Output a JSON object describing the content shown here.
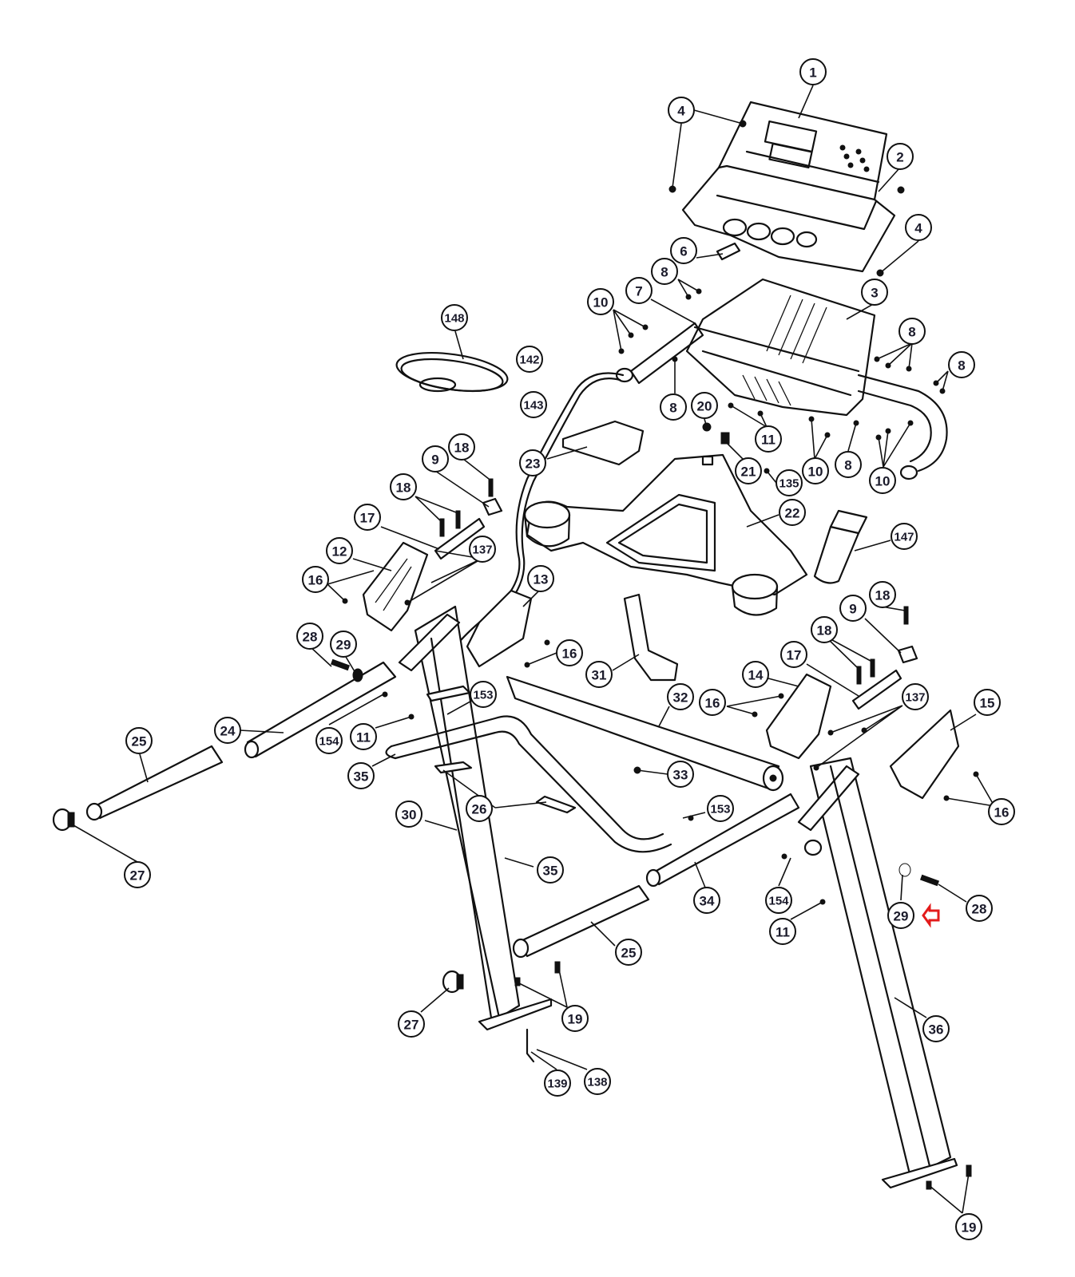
{
  "diagram": {
    "type": "exploded-parts-diagram",
    "subject": "upper console, handlebars and upright frame assembly",
    "callouts": [
      {
        "id": "c1",
        "label": "1",
        "part": "console overlay"
      },
      {
        "id": "c2",
        "label": "2",
        "part": "console front cover"
      },
      {
        "id": "c4a",
        "label": "4",
        "part": "screw"
      },
      {
        "id": "c4b",
        "label": "4",
        "part": "screw"
      },
      {
        "id": "c6",
        "label": "6",
        "part": "clip"
      },
      {
        "id": "c8a",
        "label": "8",
        "part": "screw"
      },
      {
        "id": "c3",
        "label": "3",
        "part": "console rear cover"
      },
      {
        "id": "c7",
        "label": "7",
        "part": "handlebar"
      },
      {
        "id": "c10a",
        "label": "10",
        "part": "screw"
      },
      {
        "id": "c8b",
        "label": "8",
        "part": "screw"
      },
      {
        "id": "c8c",
        "label": "8",
        "part": "screw"
      },
      {
        "id": "c8d",
        "label": "8",
        "part": "screw"
      },
      {
        "id": "c20",
        "label": "20",
        "part": "nut"
      },
      {
        "id": "c11a",
        "label": "11",
        "part": "screw"
      },
      {
        "id": "c21",
        "label": "21",
        "part": "bracket"
      },
      {
        "id": "c10b",
        "label": "10",
        "part": "screw"
      },
      {
        "id": "c8e",
        "label": "8",
        "part": "screw"
      },
      {
        "id": "c10c",
        "label": "10",
        "part": "screw"
      },
      {
        "id": "c135",
        "label": "135",
        "part": "screw"
      },
      {
        "id": "c148",
        "label": "148",
        "part": "tray"
      },
      {
        "id": "c142",
        "label": "142",
        "part": "accessory"
      },
      {
        "id": "c143",
        "label": "143",
        "part": "accessory"
      },
      {
        "id": "c23",
        "label": "23",
        "part": "tray pad"
      },
      {
        "id": "c22",
        "label": "22",
        "part": "accessory tray"
      },
      {
        "id": "c147",
        "label": "147",
        "part": "water bottle"
      },
      {
        "id": "c9a",
        "label": "9",
        "part": "clip"
      },
      {
        "id": "c18a",
        "label": "18",
        "part": "bolt"
      },
      {
        "id": "c18b",
        "label": "18",
        "part": "bolt"
      },
      {
        "id": "c17a",
        "label": "17",
        "part": "plate"
      },
      {
        "id": "c12",
        "label": "12",
        "part": "left pivot cover"
      },
      {
        "id": "c137a",
        "label": "137",
        "part": "screw"
      },
      {
        "id": "c16a",
        "label": "16",
        "part": "screw"
      },
      {
        "id": "c13",
        "label": "13",
        "part": "left cover"
      },
      {
        "id": "c16b",
        "label": "16",
        "part": "screw"
      },
      {
        "id": "c28a",
        "label": "28",
        "part": "bolt"
      },
      {
        "id": "c29a",
        "label": "29",
        "part": "washer"
      },
      {
        "id": "c31",
        "label": "31",
        "part": "bent tube"
      },
      {
        "id": "c32",
        "label": "32",
        "part": "cross tube"
      },
      {
        "id": "c153a",
        "label": "153",
        "part": "screw"
      },
      {
        "id": "c24",
        "label": "24",
        "part": "left handle"
      },
      {
        "id": "c154a",
        "label": "154",
        "part": "screw"
      },
      {
        "id": "c11b",
        "label": "11",
        "part": "screw"
      },
      {
        "id": "c25a",
        "label": "25",
        "part": "grip"
      },
      {
        "id": "c35a",
        "label": "35",
        "part": "handlebar"
      },
      {
        "id": "c33",
        "label": "33",
        "part": "cap"
      },
      {
        "id": "c26",
        "label": "26",
        "part": "bracket"
      },
      {
        "id": "c30",
        "label": "30",
        "part": "left upright"
      },
      {
        "id": "c35b",
        "label": "35",
        "part": "handlebar"
      },
      {
        "id": "c27a",
        "label": "27",
        "part": "end cap"
      },
      {
        "id": "c153b",
        "label": "153",
        "part": "screw"
      },
      {
        "id": "c34",
        "label": "34",
        "part": "right handle"
      },
      {
        "id": "c25b",
        "label": "25",
        "part": "grip"
      },
      {
        "id": "c14",
        "label": "14",
        "part": "right pivot cover"
      },
      {
        "id": "c16c",
        "label": "16",
        "part": "screw"
      },
      {
        "id": "c17b",
        "label": "17",
        "part": "plate"
      },
      {
        "id": "c18c",
        "label": "18",
        "part": "bolt"
      },
      {
        "id": "c18d",
        "label": "18",
        "part": "bolt"
      },
      {
        "id": "c9b",
        "label": "9",
        "part": "clip"
      },
      {
        "id": "c137b",
        "label": "137",
        "part": "screw"
      },
      {
        "id": "c15",
        "label": "15",
        "part": "right cover"
      },
      {
        "id": "c16d",
        "label": "16",
        "part": "screw"
      },
      {
        "id": "c154b",
        "label": "154",
        "part": "screw"
      },
      {
        "id": "c11c",
        "label": "11",
        "part": "screw"
      },
      {
        "id": "c29b",
        "label": "29",
        "part": "washer"
      },
      {
        "id": "c28b",
        "label": "28",
        "part": "bolt"
      },
      {
        "id": "c36",
        "label": "36",
        "part": "right upright"
      },
      {
        "id": "c27b",
        "label": "27",
        "part": "end cap"
      },
      {
        "id": "c19a",
        "label": "19",
        "part": "foot screw"
      },
      {
        "id": "c139",
        "label": "139",
        "part": "cable"
      },
      {
        "id": "c138",
        "label": "138",
        "part": "cable connector"
      },
      {
        "id": "c19b",
        "label": "19",
        "part": "foot screw"
      },
      {
        "id": "c8f",
        "label": "8",
        "part": "screw"
      }
    ],
    "highlight": {
      "target_callout": "29",
      "marker": "red-arrow",
      "color": "#e31b1b",
      "direction": "left"
    }
  }
}
